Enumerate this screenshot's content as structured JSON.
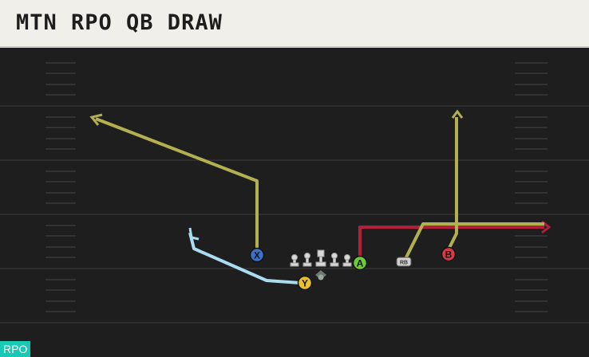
{
  "title": "MTN RPO QB DRAW",
  "tag": "RPO",
  "players": {
    "x": "X",
    "y": "Y",
    "a": "A",
    "b": "B",
    "rb": "RB"
  },
  "colors": {
    "field": "#1e1e1e",
    "yard_line": "#3a3a3a",
    "route_yellow": "#b3b04f",
    "route_red": "#b21f3a",
    "route_light_blue": "#a9dcef",
    "x_circle": "#3b6fc9",
    "y_circle": "#e8c12b",
    "a_circle": "#6cc93b",
    "b_circle": "#d83a46",
    "rpo_tag": "#18c9b3"
  }
}
